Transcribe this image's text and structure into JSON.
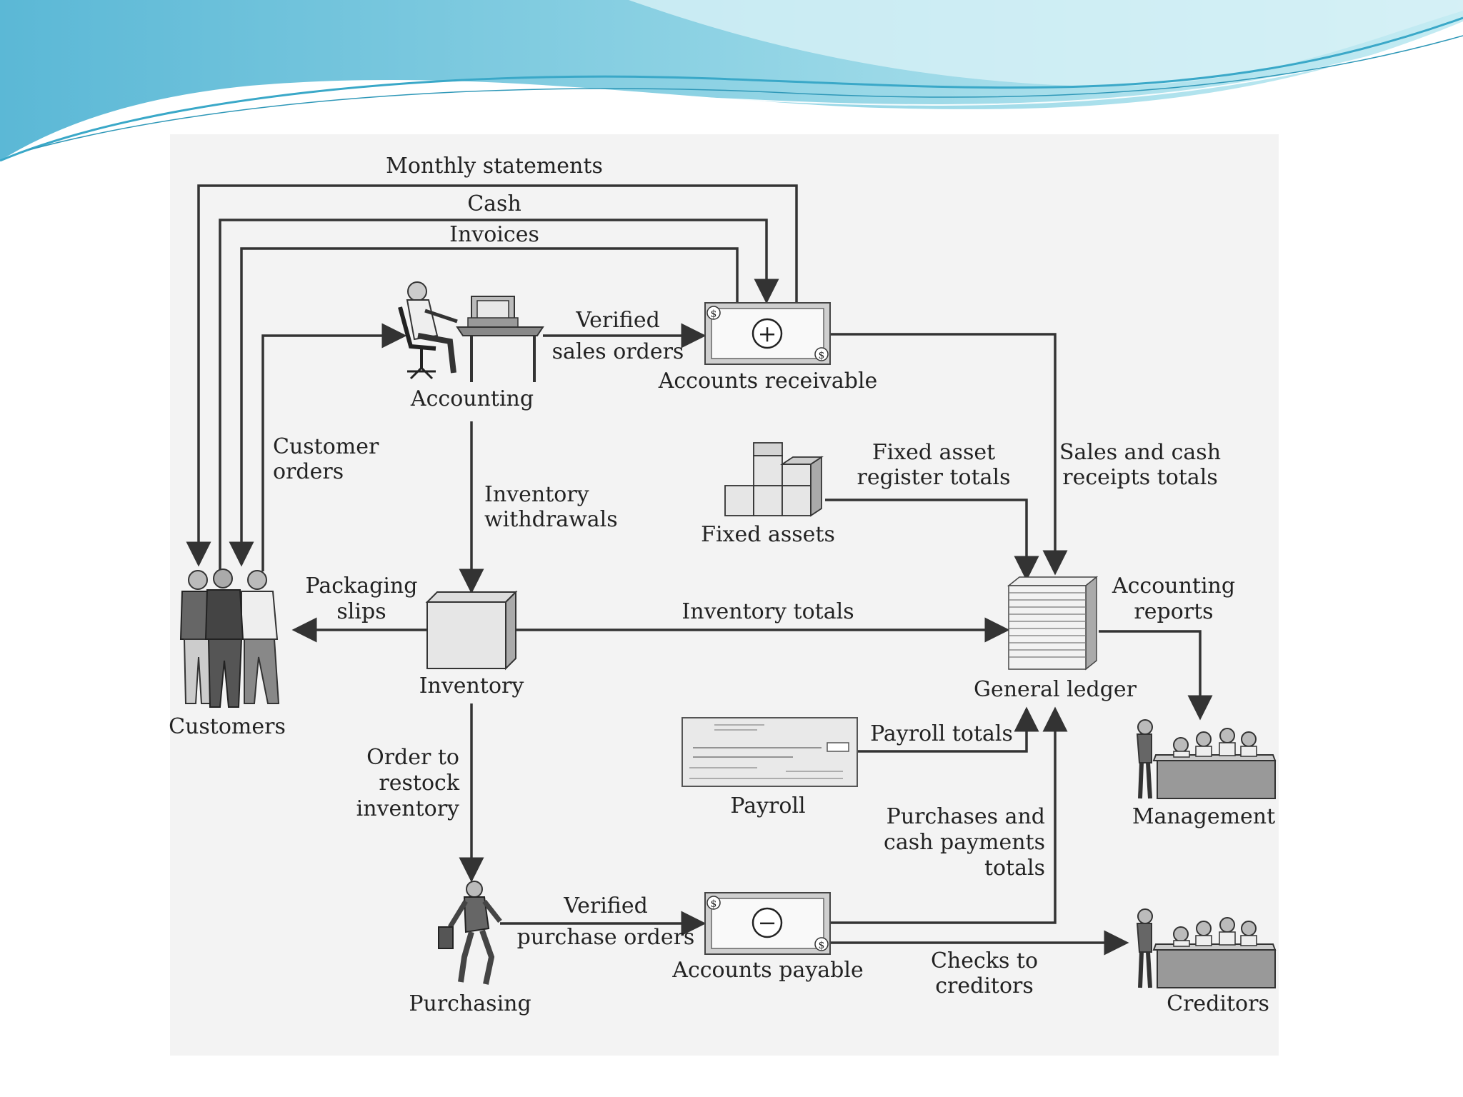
{
  "colors": {
    "banner_top": "#6fc6dc",
    "banner_light": "#bfe8f2",
    "panel": "#f3f3f3",
    "ink": "#333333"
  },
  "labels": {
    "monthly_statements": "Monthly statements",
    "cash": "Cash",
    "invoices": "Invoices",
    "verified_sales_1": "Verified",
    "verified_sales_2": "sales orders",
    "accounts_receivable": "Accounts receivable",
    "accounting": "Accounting",
    "customer_orders_1": "Customer",
    "customer_orders_2": "orders",
    "inventory_withdrawals_1": "Inventory",
    "inventory_withdrawals_2": "withdrawals",
    "fixed_asset_register_1": "Fixed asset",
    "fixed_asset_register_2": "register totals",
    "sales_cash_receipts_1": "Sales and cash",
    "sales_cash_receipts_2": "receipts totals",
    "fixed_assets": "Fixed assets",
    "packaging_slips_1": "Packaging",
    "packaging_slips_2": "slips",
    "inventory_totals": "Inventory totals",
    "accounting_reports_1": "Accounting",
    "accounting_reports_2": "reports",
    "inventory": "Inventory",
    "general_ledger": "General ledger",
    "customers": "Customers",
    "order_restock_1": "Order to",
    "order_restock_2": "restock",
    "order_restock_3": "inventory",
    "payroll_totals": "Payroll totals",
    "payroll": "Payroll",
    "management": "Management",
    "purchases_cash_1": "Purchases and",
    "purchases_cash_2": "cash payments",
    "purchases_cash_3": "totals",
    "verified_purchase_1": "Verified",
    "verified_purchase_2": "purchase orders",
    "accounts_payable": "Accounts payable",
    "checks_creditors_1": "Checks to",
    "checks_creditors_2": "creditors",
    "purchasing": "Purchasing",
    "creditors": "Creditors"
  },
  "symbols": {
    "plus": "+",
    "minus": "−",
    "dollar": "$"
  },
  "icons": [
    "accountant-at-desk-icon",
    "receivable-bill-icon",
    "payable-bill-icon",
    "customers-group-icon",
    "inventory-box-icon",
    "fixed-assets-boxes-icon",
    "ledger-stack-icon",
    "payroll-check-icon",
    "management-meeting-icon",
    "creditors-meeting-icon",
    "purchasing-runner-icon"
  ]
}
